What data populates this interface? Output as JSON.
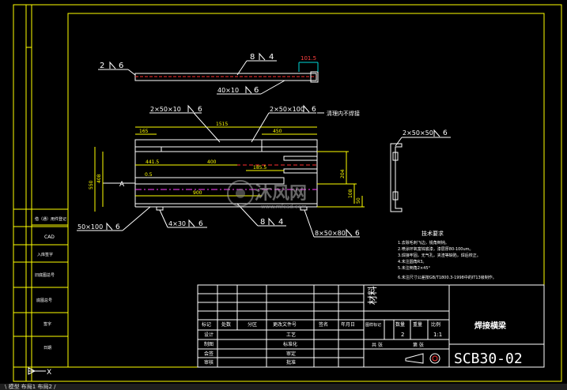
{
  "colors": {
    "frame": "#ffff00",
    "drawing": "#ffffff",
    "dimension": "#00d8d8",
    "hidden": "#ff3030",
    "center": "#ff40ff",
    "green": "#40ff40"
  },
  "left_panel": {
    "items": [
      "借（通）用件登记",
      "CAD",
      "入库签字",
      "旧底图总号",
      "底图总号",
      "签字",
      "日期"
    ]
  },
  "weld_callouts": {
    "top_left": "2",
    "top_left_n": "6",
    "top_mid": "8",
    "top_mid_n": "4",
    "top_right_dim": "101.5",
    "flat_bar": "40×10",
    "flat_bar_n": "6",
    "angle_left": "2×50×10",
    "angle_left_n": "6",
    "angle_mid": "2×50×100",
    "angle_mid_n": "6",
    "note_slot": "清理内不焊接",
    "side_profile": "2×50×50",
    "side_profile_n": "6",
    "bottom_left": "50×100",
    "bottom_left_n": "6",
    "bottom_mid": "4×30",
    "bottom_mid_n": "6",
    "bottom_weld": "8",
    "bottom_weld_n": "4",
    "bottom_right": "8×50×80",
    "bottom_right_n": "6"
  },
  "dimensions": {
    "d1515": "1515",
    "d165": "165",
    "d450": "450",
    "d441": "441.5",
    "d400": "400",
    "d185": "185.5",
    "d05": "0.5",
    "d900": "900",
    "d408": "408",
    "d550": "550",
    "d204": "204",
    "d108": "108",
    "d50": "50",
    "dA": "A"
  },
  "tech_req": {
    "title": "技术要求",
    "lines": [
      "1.去除毛刺飞边，锐角倒钝。",
      "2.喷涂环氧富锌底漆，漆层厚80-100um。",
      "3.焊接牢固，无气孔，夹渣等缺陷，焊后校正。",
      "4.未注圆角R3。",
      "5.未注倒角2×45°",
      "6.未注尺寸公差按GB/T1800.3-1998中的IT13级制作。"
    ]
  },
  "title_block": {
    "material_label": "材料",
    "part_name": "焊接横梁",
    "drawing_no": "SCB30-02",
    "header_cells": [
      "标记",
      "处数",
      "分区",
      "更改文件号",
      "签名",
      "年月日"
    ],
    "row_labels": [
      "设计",
      "制图",
      "会签",
      "审核"
    ],
    "mid_labels": [
      "工艺",
      "标准化",
      "审定",
      "批准"
    ],
    "stage_headers": [
      "图样标记",
      "数量",
      "重量",
      "比例"
    ],
    "qty": "2",
    "scale": "1:1",
    "sheet_total": "共 张",
    "sheet_no": "第 张"
  },
  "watermark": {
    "brand": "沐风网",
    "url": "www.mfcad.com"
  },
  "status_bar": {
    "text": "\\ 模型 布局1 布局2 /"
  },
  "axis_marker": "X"
}
